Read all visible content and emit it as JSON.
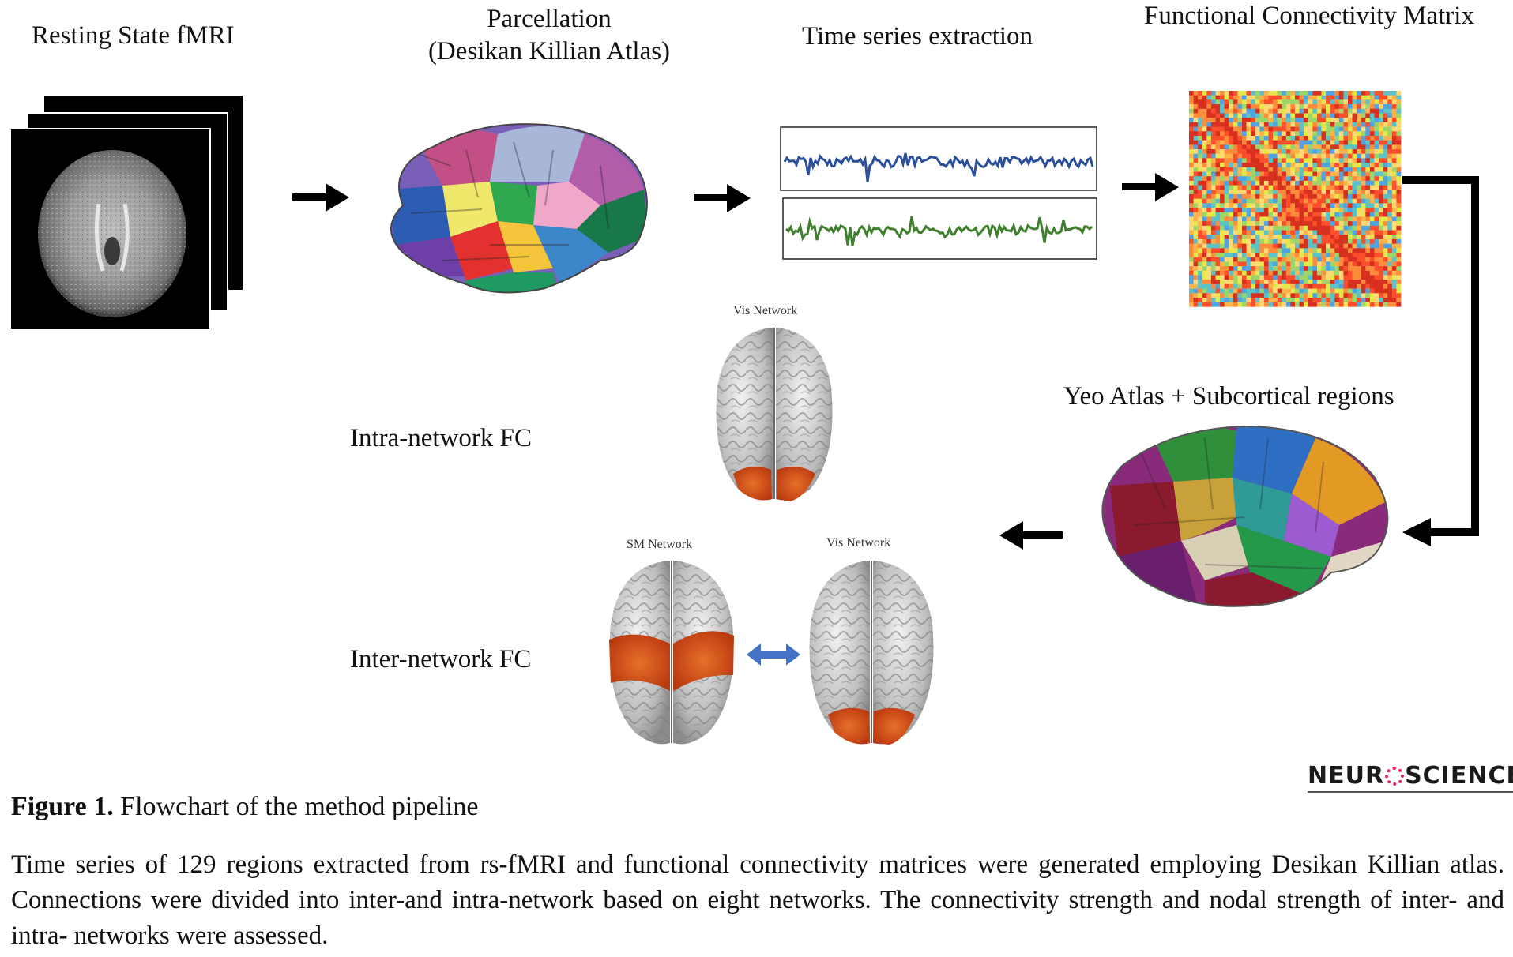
{
  "labels": {
    "resting_state": "Resting State fMRI",
    "parcellation_line1": "Parcellation",
    "parcellation_line2": "(Desikan Killian Atlas)",
    "time_series": "Time series extraction",
    "fc_matrix": "Functional Connectivity Matrix",
    "yeo_atlas": "Yeo Atlas + Subcortical regions",
    "intra_network": "Intra-network FC",
    "inter_network": "Inter-network FC",
    "vis_network_top": "Vis Network",
    "sm_network": "SM Network",
    "vis_network_bottom": "Vis Network"
  },
  "colors": {
    "series1": "#2b4f9a",
    "series2": "#3f7f2e",
    "activation": "#d9541e",
    "double_arrow": "#4472c4"
  },
  "caption": {
    "figure_label": "Figure 1.",
    "title": "Flowchart of the method pipeline",
    "body": "Time series of 129 regions extracted from rs-fMRI and functional connectivity matrices were generated employing Desikan Killian atlas. Connections were divided into inter-and intra-network based on eight networks. The connectivity strength and nodal strength of inter- and intra- networks were assessed."
  },
  "logo": {
    "text_left": "NEUR",
    "text_right": "SCIENCE"
  }
}
